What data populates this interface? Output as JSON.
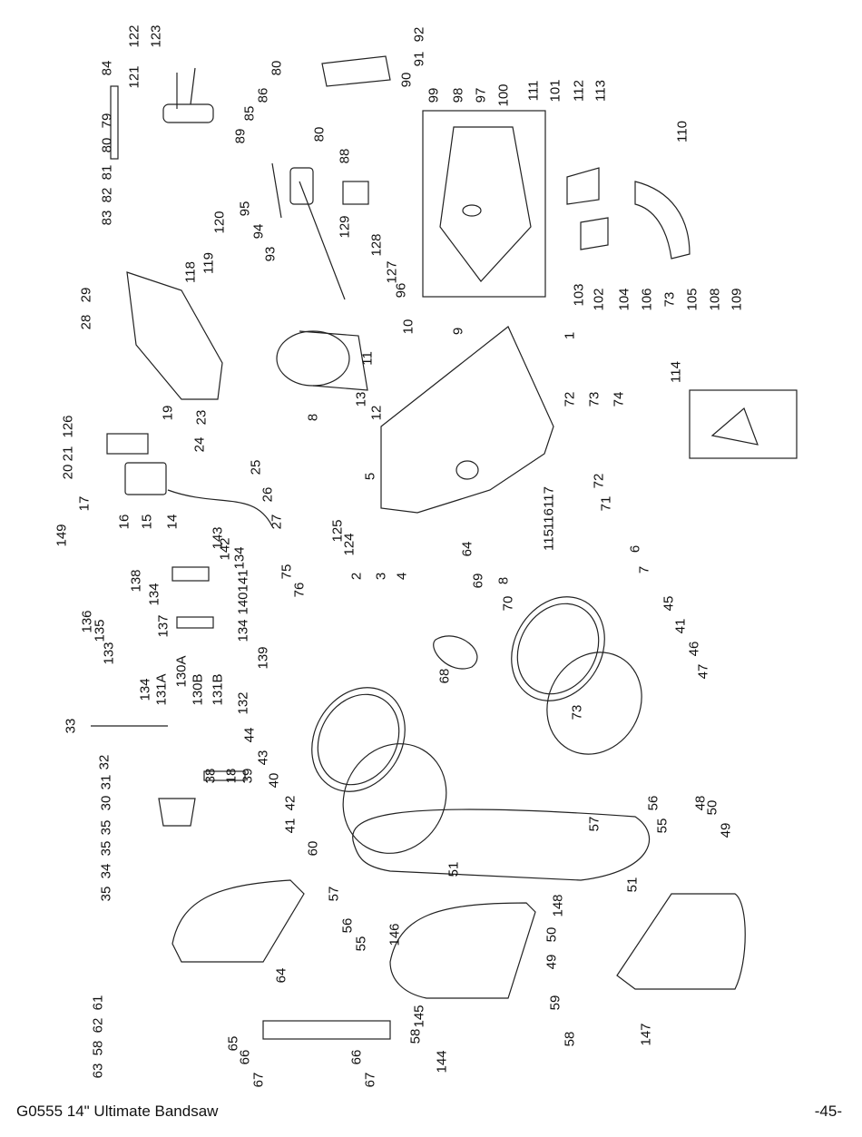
{
  "footer": {
    "title": "G0555 14\" Ultimate Bandsaw",
    "page": "-45-"
  },
  "callouts": [
    "122",
    "123",
    "84",
    "121",
    "80",
    "86",
    "79",
    "85",
    "89",
    "80",
    "81",
    "82",
    "83",
    "92",
    "91",
    "90",
    "99",
    "98",
    "97",
    "100",
    "111",
    "101",
    "112",
    "113",
    "110",
    "80",
    "88",
    "95",
    "94",
    "93",
    "129",
    "128",
    "127",
    "96",
    "103",
    "102",
    "104",
    "106",
    "73",
    "105",
    "108",
    "109",
    "120",
    "119",
    "118",
    "29",
    "28",
    "10",
    "9",
    "1",
    "11",
    "13",
    "12",
    "8",
    "72",
    "73",
    "74",
    "114",
    "126",
    "21",
    "20",
    "19",
    "23",
    "24",
    "25",
    "26",
    "27",
    "5",
    "17",
    "16",
    "15",
    "14",
    "149",
    "143",
    "142",
    "134",
    "141",
    "125",
    "124",
    "64",
    "72",
    "71",
    "117",
    "116",
    "115",
    "6",
    "7",
    "75",
    "76",
    "2",
    "3",
    "4",
    "69",
    "8",
    "70",
    "138",
    "134",
    "136",
    "135",
    "133",
    "137",
    "140",
    "134",
    "139",
    "130A",
    "131A",
    "130B",
    "131B",
    "132",
    "134",
    "68",
    "45",
    "41",
    "46",
    "47",
    "73",
    "33",
    "32",
    "31",
    "38",
    "18",
    "39",
    "30",
    "35",
    "35",
    "34",
    "35",
    "44",
    "43",
    "40",
    "42",
    "41",
    "60",
    "48",
    "56",
    "55",
    "50",
    "49",
    "57",
    "51",
    "51",
    "57",
    "56",
    "55",
    "148",
    "146",
    "50",
    "49",
    "61",
    "62",
    "58",
    "63",
    "64",
    "59",
    "145",
    "58",
    "144",
    "58",
    "147",
    "65",
    "66",
    "67",
    "66",
    "67"
  ]
}
